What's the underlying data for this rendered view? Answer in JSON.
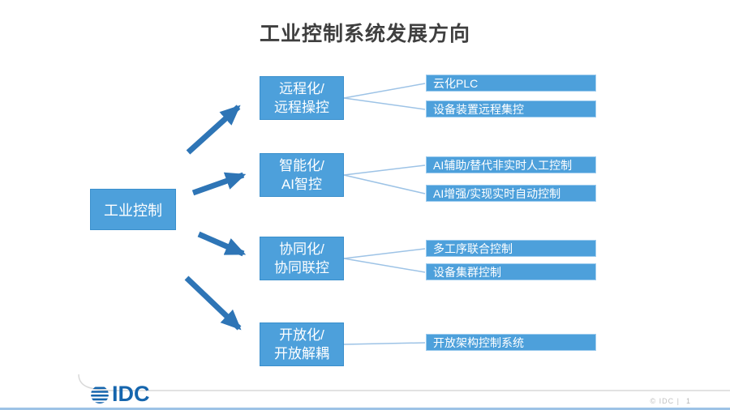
{
  "title": "工业控制系统发展方向",
  "root": {
    "label": "工业控制"
  },
  "branches": [
    {
      "line1": "远程化/",
      "line2": "远程操控",
      "children": [
        "云化PLC",
        "设备装置远程集控"
      ]
    },
    {
      "line1": "智能化/",
      "line2": "AI智控",
      "children": [
        "AI辅助/替代非实时人工控制",
        "AI增强/实现实时自动控制"
      ]
    },
    {
      "line1": "协同化/",
      "line2": "协同联控",
      "children": [
        "多工序联合控制",
        "设备集群控制"
      ]
    },
    {
      "line1": "开放化/",
      "line2": "开放解耦",
      "children": [
        "开放架构控制系统"
      ]
    }
  ],
  "footer": {
    "logo": "IDC",
    "copyright": "© IDC |",
    "page": "1"
  },
  "colors": {
    "box_fill": "#4da0db",
    "box_border": "#3a8fcc",
    "arrow": "#2e75b6",
    "connector": "#9dc3e6",
    "title_text": "#3f3f3f",
    "logo_blue": "#1565ad",
    "footer_gray": "#c0c0c0"
  }
}
